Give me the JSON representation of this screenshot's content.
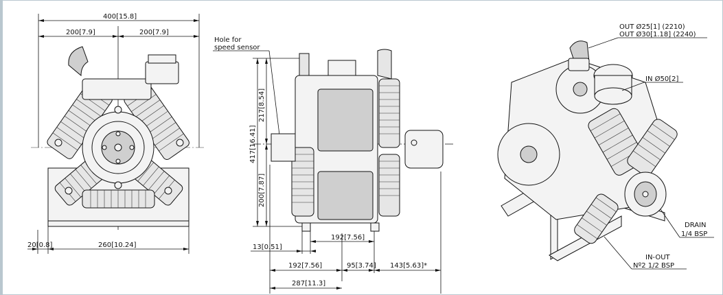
{
  "dimensions": {
    "front_total_width": "400[15.8]",
    "front_half_left": "200[7.9]",
    "front_half_right": "200[7.9]",
    "front_bracket_offset": "20[0.8]",
    "front_bracket_width": "260[10.24]",
    "side_total_height": "417[16.41]",
    "side_upper_height": "217[8.54]",
    "side_lower_height": "200[7.87]",
    "side_bracket_thickness": "13[0.51]",
    "side_foot_to_center": "192[7.56]",
    "side_left_to_center": "192[7.56]",
    "side_center_to_foot": "95[3.74]",
    "side_shaft_extension": "143[5.63]*",
    "side_total_length": "287[11.3]"
  },
  "callouts": {
    "speed_sensor_line1": "Hole for",
    "speed_sensor_line2": "speed sensor",
    "out_line1": "OUT Ø25[1] (2210)",
    "out_line2": "OUT Ø30[1.18] (2240)",
    "inlet": "IN Ø50[2]",
    "drain_line1": "DRAIN",
    "drain_line2": "1/4 BSP",
    "inout_line1": "IN-OUT",
    "inout_line2": "Nº2 1/2 BSP"
  },
  "colors": {
    "line": "#111111",
    "frame": "#b9c7cf"
  }
}
